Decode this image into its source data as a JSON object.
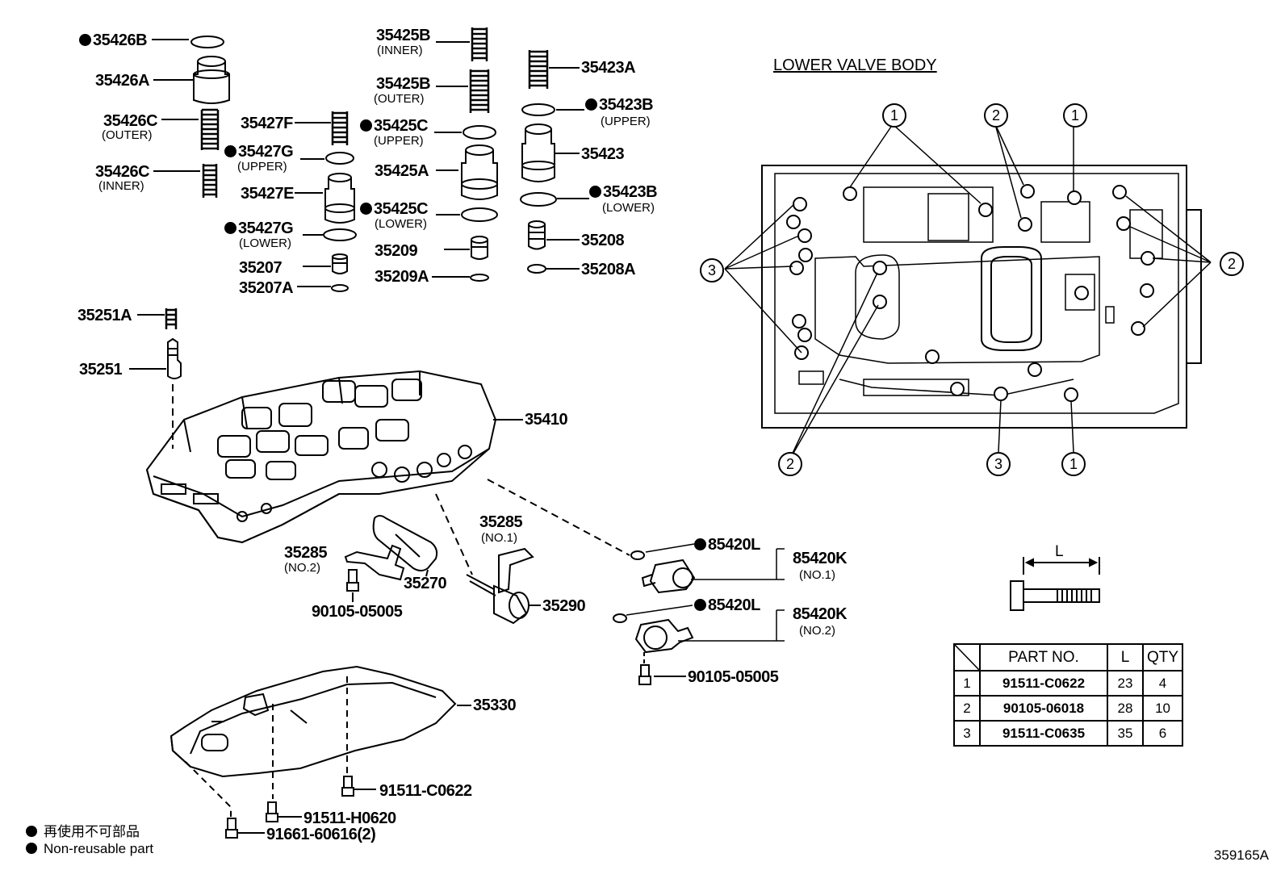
{
  "title": "LOWER VALVE BODY",
  "illustration_code": "359165A",
  "legend": {
    "jp": "再使用不可部品",
    "en": "Non-reusable part"
  },
  "parts": {
    "p35426B": "35426B",
    "p35426A": "35426A",
    "p35426C_outer": "35426C",
    "p35426C_outer_note": "(OUTER)",
    "p35426C_inner": "35426C",
    "p35426C_inner_note": "(INNER)",
    "p35427F": "35427F",
    "p35427G_upper": "35427G",
    "p35427G_upper_note": "(UPPER)",
    "p35427E": "35427E",
    "p35427G_lower": "35427G",
    "p35427G_lower_note": "(LOWER)",
    "p35207": "35207",
    "p35207A": "35207A",
    "p35425B_inner": "35425B",
    "p35425B_inner_note": "(INNER)",
    "p35425B_outer": "35425B",
    "p35425B_outer_note": "(OUTER)",
    "p35425C_upper": "35425C",
    "p35425C_upper_note": "(UPPER)",
    "p35425A": "35425A",
    "p35425C_lower": "35425C",
    "p35425C_lower_note": "(LOWER)",
    "p35209": "35209",
    "p35209A": "35209A",
    "p35423A": "35423A",
    "p35423B_upper": "35423B",
    "p35423B_upper_note": "(UPPER)",
    "p35423": "35423",
    "p35423B_lower": "35423B",
    "p35423B_lower_note": "(LOWER)",
    "p35208": "35208",
    "p35208A": "35208A",
    "p35251A": "35251A",
    "p35251": "35251",
    "p35410": "35410",
    "p35285_no2": "35285",
    "p35285_no2_note": "(NO.2)",
    "p35270": "35270",
    "p35285_no1": "35285",
    "p35285_no1_note": "(NO.1)",
    "p35290": "35290",
    "p90105_a": "90105-05005",
    "p85420L_1": "85420L",
    "p85420K_1": "85420K",
    "p85420K_1_note": "(NO.1)",
    "p85420L_2": "85420L",
    "p85420K_2": "85420K",
    "p85420K_2_note": "(NO.2)",
    "p90105_b": "90105-05005",
    "p35330": "35330",
    "p91511_C0622": "91511-C0622",
    "p91511_H0620": "91511-H0620",
    "p91661": "91661-60616(2)"
  },
  "callouts": {
    "c1": "1",
    "c2": "2",
    "c3": "3"
  },
  "dimension_label": "L",
  "bolt_table": {
    "headers": [
      "PART NO.",
      "L",
      "QTY"
    ],
    "rows": [
      {
        "id": "1",
        "part": "91511-C0622",
        "L": "23",
        "qty": "4"
      },
      {
        "id": "2",
        "part": "90105-06018",
        "L": "28",
        "qty": "10"
      },
      {
        "id": "3",
        "part": "91511-C0635",
        "L": "35",
        "qty": "6"
      }
    ]
  }
}
